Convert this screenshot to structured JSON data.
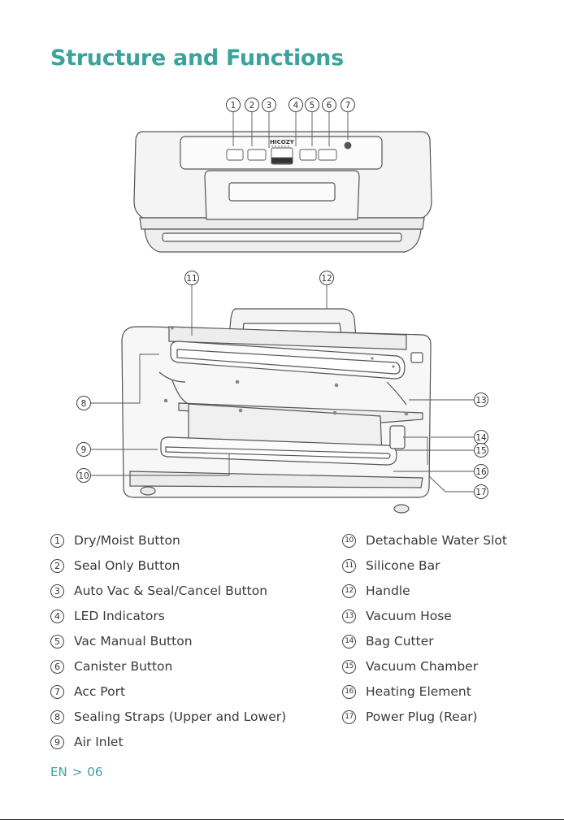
{
  "title": "Structure and Functions",
  "brand": "HICOZY",
  "legend_left": [
    {
      "num": "1",
      "label": "Dry/Moist Button"
    },
    {
      "num": "2",
      "label": "Seal Only Button"
    },
    {
      "num": "3",
      "label": "Auto Vac & Seal/Cancel Button"
    },
    {
      "num": "4",
      "label": "LED Indicators"
    },
    {
      "num": "5",
      "label": "Vac Manual Button"
    },
    {
      "num": "6",
      "label": "Canister Button"
    },
    {
      "num": "7",
      "label": "Acc Port"
    },
    {
      "num": "8",
      "label": "Sealing Straps (Upper and Lower)"
    },
    {
      "num": "9",
      "label": "Air Inlet"
    }
  ],
  "legend_right": [
    {
      "num": "10",
      "label": "Detachable Water Slot"
    },
    {
      "num": "11",
      "label": "Silicone Bar"
    },
    {
      "num": "12",
      "label": "Handle"
    },
    {
      "num": "13",
      "label": "Vacuum Hose"
    },
    {
      "num": "14",
      "label": "Bag Cutter"
    },
    {
      "num": "15",
      "label": "Vacuum Chamber"
    },
    {
      "num": "16",
      "label": "Heating Element"
    },
    {
      "num": "17",
      "label": "Power Plug (Rear)"
    }
  ],
  "callouts": {
    "c1": "1",
    "c2": "2",
    "c3": "3",
    "c4": "4",
    "c5": "5",
    "c6": "6",
    "c7": "7",
    "c8": "8",
    "c9": "9",
    "c10": "10",
    "c11": "11",
    "c12": "12",
    "c13": "13",
    "c14": "14",
    "c15": "15",
    "c16": "16",
    "c17": "17"
  },
  "footer": {
    "lang": "EN",
    "separator": ">",
    "page": "06"
  },
  "colors": {
    "accent": "#3aa39b",
    "line": "#555555",
    "fill": "#f3f3f3"
  }
}
